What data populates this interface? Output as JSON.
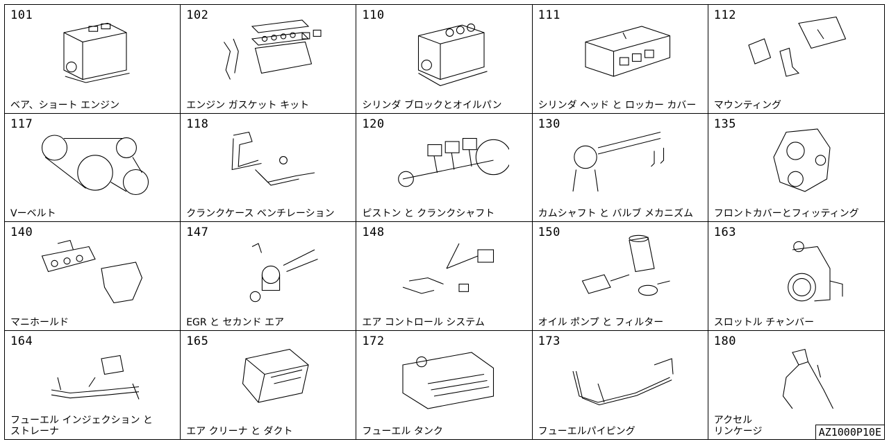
{
  "cells": [
    {
      "code": "101",
      "label": "ベア、ショート エンジン",
      "icon": "short-engine-icon"
    },
    {
      "code": "102",
      "label": "エンジン ガスケット キット",
      "icon": "gasket-kit-icon"
    },
    {
      "code": "110",
      "label": "シリンダ ブロックとオイルパン",
      "icon": "cylinder-block-icon"
    },
    {
      "code": "111",
      "label": "シリンダ ヘッド と ロッカー カバー",
      "icon": "cylinder-head-icon"
    },
    {
      "code": "112",
      "label": "マウンティング",
      "icon": "mounting-icon"
    },
    {
      "code": "117",
      "label": "Vーベルト",
      "icon": "v-belt-icon"
    },
    {
      "code": "118",
      "label": "クランクケース ベンチレーション",
      "icon": "crankcase-ventilation-icon"
    },
    {
      "code": "120",
      "label": "ピストン と クランクシャフト",
      "icon": "piston-crankshaft-icon"
    },
    {
      "code": "130",
      "label": "カムシャフト と バルブ メカニズム",
      "icon": "camshaft-valve-icon"
    },
    {
      "code": "135",
      "label": "フロントカバーとフィッティング",
      "icon": "front-cover-icon"
    },
    {
      "code": "140",
      "label": "マニホールド",
      "icon": "manifold-icon"
    },
    {
      "code": "147",
      "label": "EGR と セカンド エア",
      "icon": "egr-icon"
    },
    {
      "code": "148",
      "label": "エア コントロール システム",
      "icon": "air-control-icon"
    },
    {
      "code": "150",
      "label": "オイル ポンプ と フィルター",
      "icon": "oil-pump-filter-icon"
    },
    {
      "code": "163",
      "label": "スロットル チャンバー",
      "icon": "throttle-chamber-icon"
    },
    {
      "code": "164",
      "label": "フューエル インジェクション と\nストレーナ",
      "icon": "fuel-injection-icon"
    },
    {
      "code": "165",
      "label": "エア クリーナ と ダクト",
      "icon": "air-cleaner-icon"
    },
    {
      "code": "172",
      "label": "フューエル タンク",
      "icon": "fuel-tank-icon"
    },
    {
      "code": "173",
      "label": "フューエルパイピング",
      "icon": "fuel-piping-icon"
    },
    {
      "code": "180",
      "label": "アクセル\nリンケージ",
      "icon": "accel-linkage-icon"
    }
  ],
  "reference_code": "AZ1000P10E"
}
